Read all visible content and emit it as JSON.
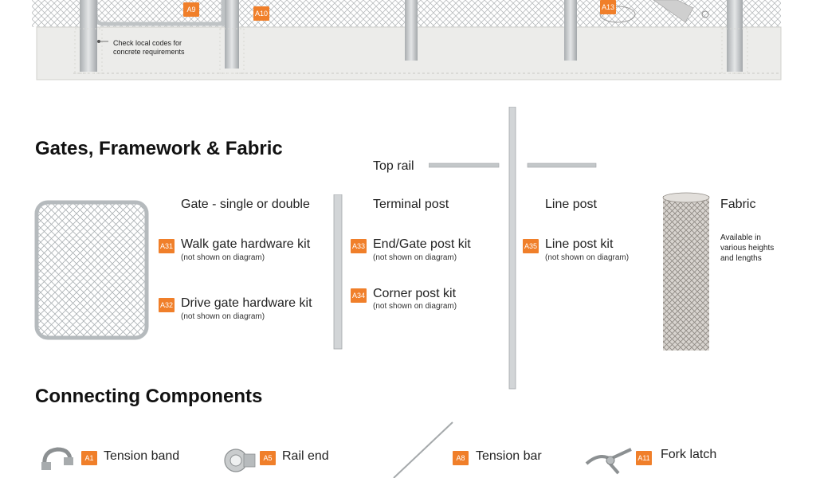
{
  "top_diagram": {
    "note_line1": "Check local codes for",
    "note_line2": "concrete requirements",
    "badges": [
      "A9",
      "A10",
      "A13"
    ]
  },
  "section1": {
    "title": "Gates, Framework & Fabric",
    "top_rail": "Top rail",
    "gate": "Gate - single or double",
    "terminal_post": "Terminal post",
    "line_post": "Line post",
    "fabric": "Fabric",
    "fabric_note1": "Available in",
    "fabric_note2": "various heights",
    "fabric_note3": "and lengths",
    "items": [
      {
        "badge": "A31",
        "label": "Walk gate hardware kit",
        "sub": "(not shown on diagram)"
      },
      {
        "badge": "A32",
        "label": "Drive gate hardware kit",
        "sub": "(not shown on diagram)"
      },
      {
        "badge": "A33",
        "label": "End/Gate post kit",
        "sub": "(not shown on diagram)"
      },
      {
        "badge": "A34",
        "label": "Corner post kit",
        "sub": "(not shown on diagram)"
      },
      {
        "badge": "A35",
        "label": "Line post kit",
        "sub": "(not shown on diagram)"
      }
    ]
  },
  "section2": {
    "title": "Connecting Components",
    "items": [
      {
        "badge": "A1",
        "label": "Tension band"
      },
      {
        "badge": "A5",
        "label": "Rail end"
      },
      {
        "badge": "A8",
        "label": "Tension bar"
      },
      {
        "badge": "A11",
        "label": "Fork latch"
      }
    ]
  },
  "colors": {
    "accent": "#f07f2a",
    "metal": "#c8ccce",
    "concrete": "#ececea"
  }
}
